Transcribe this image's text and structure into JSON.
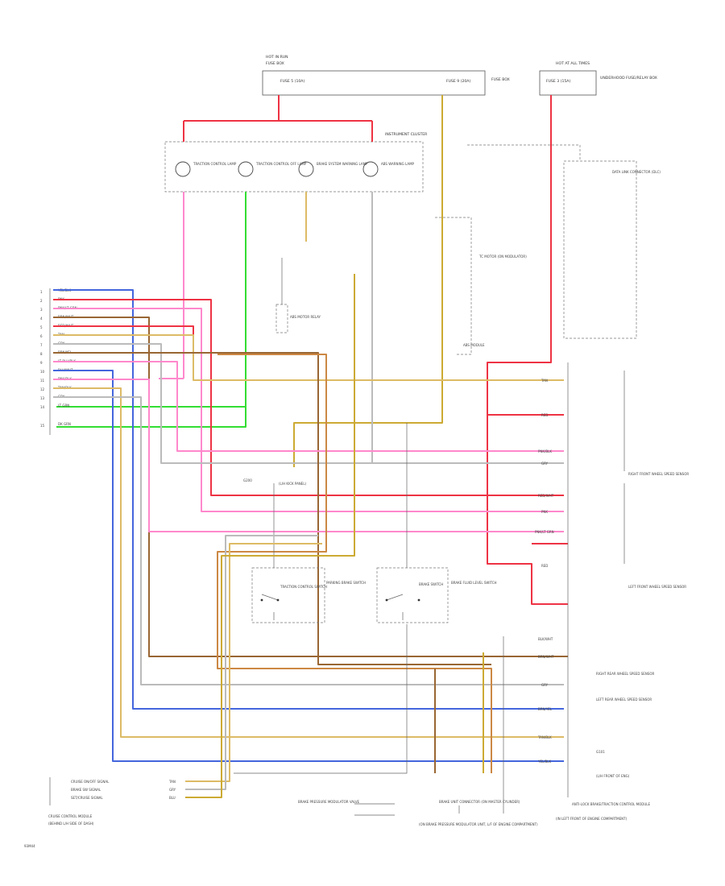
{
  "figure_id": "93M44",
  "colors": {
    "red": "#ee3344",
    "pink_light": "#ff88cc",
    "green": "#33dd33",
    "yellow_tan": "#ddbb66",
    "gold": "#ccaa33",
    "blue": "#4466dd",
    "tan": "#bb9966",
    "brown": "#996633",
    "grey": "#999999",
    "orange_brown": "#cc8844"
  },
  "connector": {
    "title": "CRUISE CONTROL MODULE CONNECTOR",
    "pins": [
      {
        "num": "1",
        "wire": "YEL/BLK"
      },
      {
        "num": "2",
        "wire": "PNK"
      },
      {
        "num": "3",
        "wire": "PNK/LT GRN"
      },
      {
        "num": "4",
        "wire": "BRN/WHT"
      },
      {
        "num": "5",
        "wire": "RED/WHT"
      },
      {
        "num": "6",
        "wire": "TAN"
      },
      {
        "num": "7",
        "wire": "GRY"
      },
      {
        "num": "8",
        "wire": "BRN/YEL"
      },
      {
        "num": "9",
        "wire": "LT BLU/BLK"
      },
      {
        "num": "10",
        "wire": "BLU/WHT"
      },
      {
        "num": "11",
        "wire": "PNK/BLK"
      },
      {
        "num": "12",
        "wire": "TAN/BLK"
      },
      {
        "num": "13",
        "wire": "GRY"
      },
      {
        "num": "14",
        "wire": "LT GRN"
      },
      {
        "num": "15",
        "wire": "DK GRN"
      }
    ]
  },
  "fuse_box": {
    "title": "HOT IN RUN",
    "subtitle": "FUSE BOX",
    "fuse1": "FUSE 5 (10A)",
    "fuse2": "FUSE 9 (20A)",
    "right_title": "HOT AT ALL TIMES",
    "right_fuse": "FUSE 3 (15A)",
    "right_label": "UNDERHOOD FUSE/RELAY BOX",
    "fuse_right_note": "FUSE BOX"
  },
  "instrument_cluster": {
    "title": "INSTRUMENT CLUSTER",
    "lamps": [
      "TRACTION CONTROL LAMP",
      "TRACTION CONTROL OFF LAMP",
      "BRAKE SYSTEM WARNING LAMP",
      "ABS WARNING LAMP"
    ]
  },
  "components": {
    "abs_motor_relay": "ABS MOTOR RELAY",
    "g200": "G200",
    "g200_note": "(L/H KICK PANEL)",
    "traction_switch": "TRACTION CONTROL SWITCH",
    "parking_brake_switch": "PARKING BRAKE SWITCH",
    "brake_fluid_switch": "BRAKE FLUID LEVEL SWITCH",
    "brake_switch": "BRAKE SWITCH",
    "brake_unit_connector": "BRAKE UNIT CONNECTOR (ON MASTER CYLINDER)",
    "g101": "G101",
    "g101_note": "(L/H FRONT OF ENG)",
    "data_link": "DATA LINK CONNECTOR (DLC)",
    "rf_sensor": "RIGHT FRONT WHEEL SPEED SENSOR",
    "lf_sensor": "LEFT FRONT WHEEL SPEED SENSOR",
    "rr_sensor": "RIGHT REAR WHEEL SPEED SENSOR",
    "lr_sensor": "LEFT REAR WHEEL SPEED SENSOR",
    "tc_motor": "TC MOTOR (ON MODULATOR)",
    "abs_module": "ABS MODULE",
    "abs_tc_module": "ANTI-LOCK BRAKE/TRACTION CONTROL MODULE",
    "g102_note": "(IN LEFT FRONT OF ENGINE COMPARTMENT)",
    "brake_pressure": "BRAKE PRESSURE MODULATOR VALVE",
    "brake_pressure_sub": "(ON BRAKE PRESSURE MODULATOR UNIT, L/F OF ENGINE COMPARTMENT)"
  },
  "bottom_left": {
    "title": "CRUISE CONTROL MODULE",
    "note": "(BEHIND L/H SIDE OF DASH)",
    "lines": [
      "CRUISE ON/OFF SIGNAL",
      "BRAKE SW SIGNAL",
      "SET/CRUISE SIGNAL"
    ],
    "wires": [
      "TAN",
      "GRY",
      "BLU"
    ]
  },
  "right_labels": [
    "TAN",
    "RED",
    "PNK/BLK",
    "GRY",
    "RED/WHT",
    "PNK",
    "PNK/LT GRN",
    "RED",
    "BLK/WHT",
    "BRN/WHT",
    "GRY",
    "BRN/YEL",
    "TAN/BLK",
    "YEL/BLK"
  ]
}
